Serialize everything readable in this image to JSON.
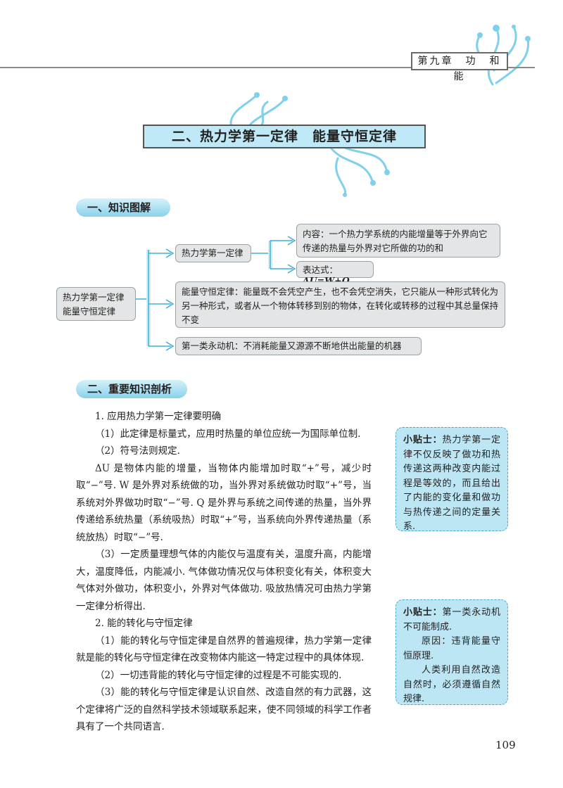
{
  "header": {
    "chapter": "第九章　功　和　能"
  },
  "section_title": "二、热力学第一定律　能量守恒定律",
  "subheadings": {
    "diagram": "一、知识图解",
    "analysis": "二、重要知识剖析"
  },
  "diagram": {
    "root": [
      "热力学第一定律",
      "能量守恒定律"
    ],
    "first_law": "热力学第一定律",
    "content": "内容：一个热力学系统的内能增量等于外界向它传递的热量与外界对它所做的功的和",
    "expression_label": "表达式：",
    "expression_formula": "ΔU=W+Q",
    "conservation": "能量守恒定律：能量既不会凭空产生，也不会凭空消失，它只能从一种形式转化为另一种形式，或者从一个物体转移到别的物体，在转化或转移的过程中其总量保持不变",
    "perpetual": "第一类永动机：不消耗能量又源源不断地供出能量的机器"
  },
  "body": [
    "1. 应用热力学第一定律要明确",
    "（1）此定律是标量式，应用时热量的单位应统一为国际单位制.",
    "（2）符号法则规定.",
    "ΔU 是物体内能的增量，当物体内能增加时取“+”号，减少时取“−”号. W 是外界对系统做的功，当外界对系统做功时取“+”号，当系统对外界做功时取“−”号. Q 是外界与系统之间传递的热量，当外界传递给系统热量（系统吸热）时取“+”号，当系统向外界传递热量（系统放热）时取“−”号.",
    "（3）一定质量理想气体的内能仅与温度有关，温度升高，内能增大，温度降低，内能减小. 气体做功情况仅与体积变化有关，体积变大气体对外做功，体积变小，外界对气体做功. 吸放热情况可由热力学第一定律分析得出.",
    "2. 能的转化与守恒定律",
    "（1）能的转化与守恒定律是自然界的普遍规律，热力学第一定律就是能的转化与守恒定律在改变物体内能这一特定过程中的具体体现.",
    "（2）一切违背能的转化与守恒定律的过程是不可能实现的.",
    "（3）能的转化与守恒定律是认识自然、改造自然的有力武器，这个定律将广泛的自然科学技术领域联系起来，使不同领域的科学工作者具有了一个共同语言."
  ],
  "tips": [
    {
      "label": "小贴士：",
      "lines": [
        "热力学第一定律不仅反映了做功和热传递这两种改变内能过程是等效的，而且给出了内能的变化量和做功与热传递之间的定量关系."
      ]
    },
    {
      "label": "小贴士：",
      "lines": [
        "第一类永动机不可能制成.",
        "原因：违背能量守恒原理.",
        "人类利用自然改造自然时，必须遵循自然规律."
      ]
    }
  ],
  "page_number": "109",
  "colors": {
    "accent": "#7fd0ea",
    "banner": "#bfe9f6",
    "tip": "#bde6f5",
    "box": "#e4e5e6"
  }
}
